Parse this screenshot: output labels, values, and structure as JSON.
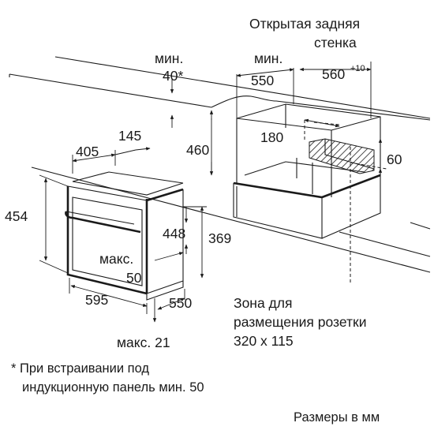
{
  "labels": {
    "rear_open_line1": "Открытая задняя",
    "rear_open_line2": "стенка",
    "min_left": "мин.",
    "min_40": "40*",
    "min_right": "мин.",
    "d550_top": "550",
    "d560": "560",
    "d560_sup": "+10",
    "d180": "180",
    "d60": "60",
    "d460": "460",
    "d405": "405",
    "d145": "145",
    "d454": "454",
    "d448": "448",
    "d369": "369",
    "max_label": "макс.",
    "d50": "50",
    "d595": "595",
    "d550_bottom": "550",
    "max21": "макс. 21",
    "socket_line1": "Зона для",
    "socket_line2": "размещения розетки",
    "socket_line3": "320 x 115",
    "footnote_line1": "* При встраивании под",
    "footnote_line2": "индукционную панель мин. 50",
    "units": "Размеры в мм"
  }
}
